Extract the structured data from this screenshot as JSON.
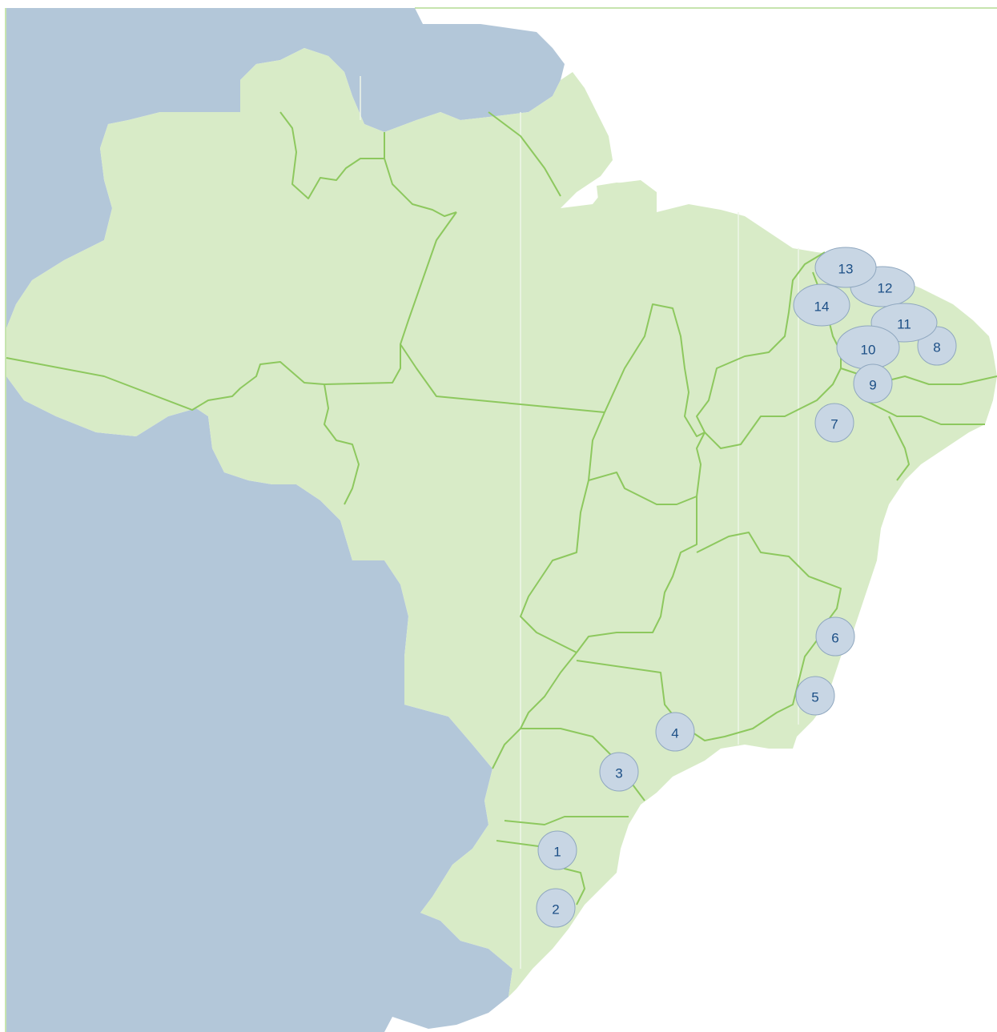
{
  "map": {
    "colors": {
      "ocean": "#b3c7d9",
      "land": "#d8ebc7",
      "border": "#8dc85e",
      "marker_fill": "#c8d6e4",
      "marker_stroke": "#8fa7bf",
      "marker_text": "#1c4f86"
    },
    "markers": [
      {
        "label": "1"
      },
      {
        "label": "2"
      },
      {
        "label": "3"
      },
      {
        "label": "4"
      },
      {
        "label": "5"
      },
      {
        "label": "6"
      },
      {
        "label": "7"
      },
      {
        "label": "8"
      },
      {
        "label": "9"
      },
      {
        "label": "10"
      },
      {
        "label": "11"
      },
      {
        "label": "12"
      },
      {
        "label": "13"
      },
      {
        "label": "14"
      }
    ]
  }
}
